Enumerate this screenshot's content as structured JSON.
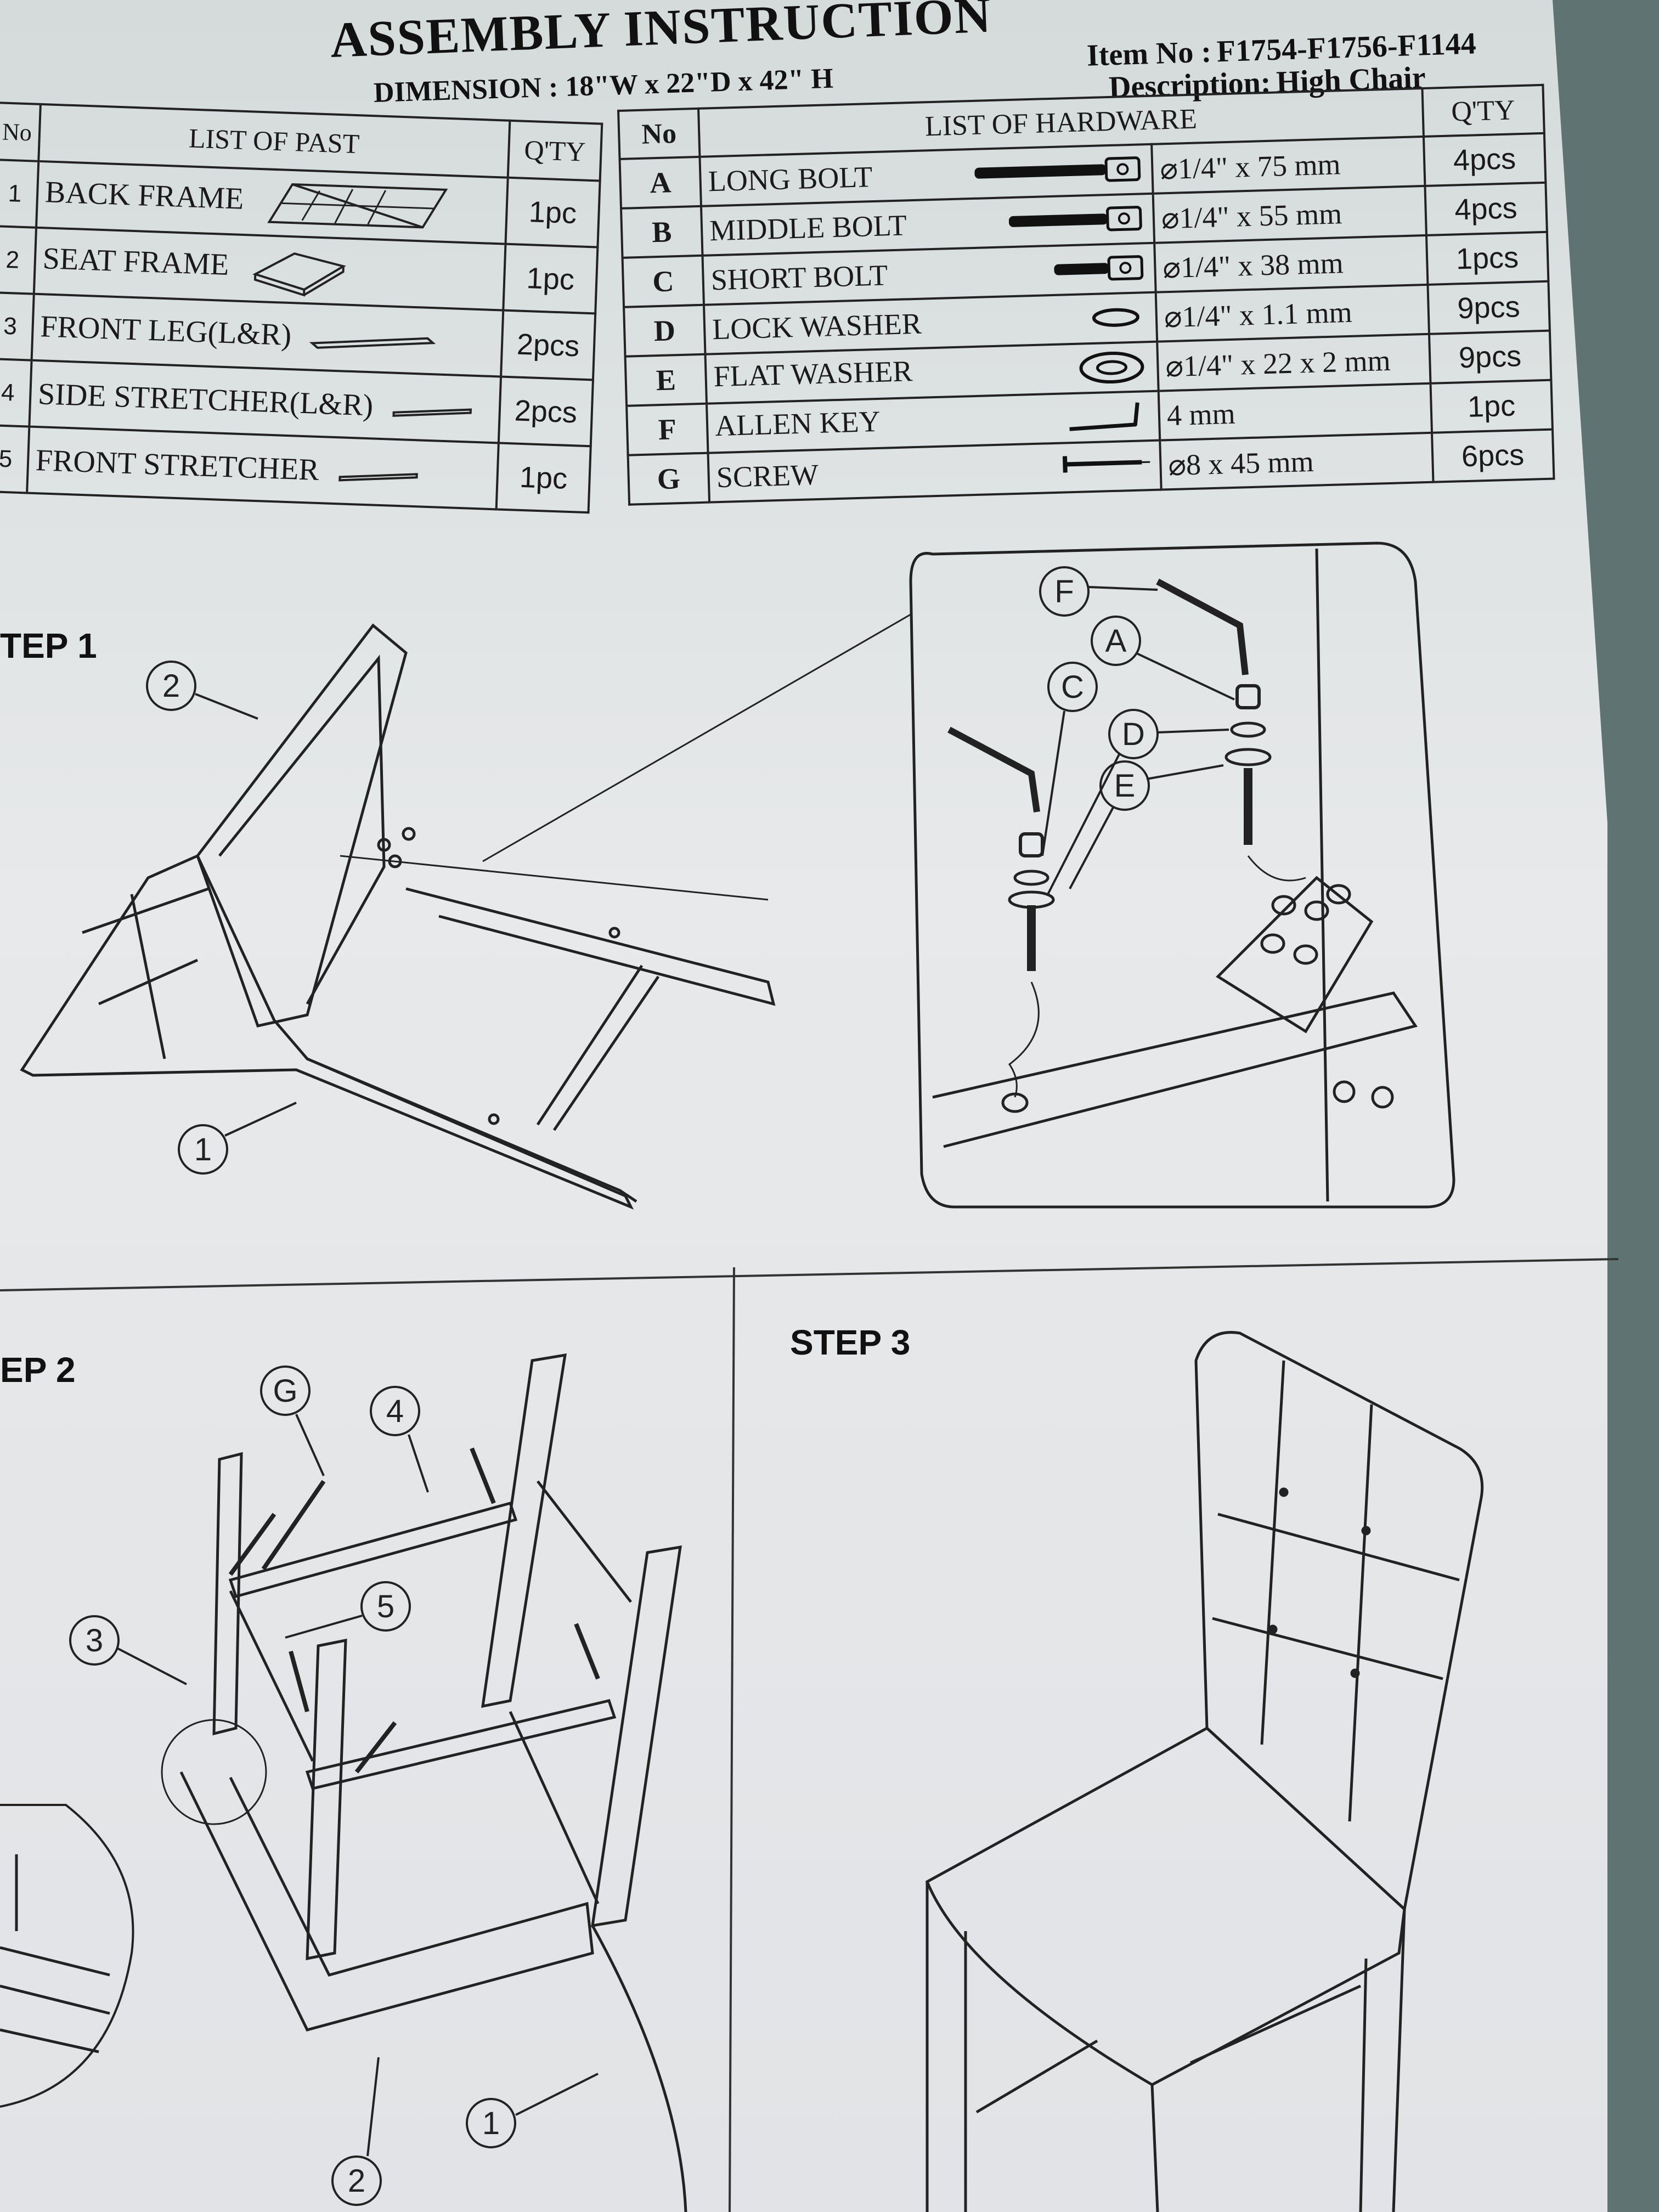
{
  "header": {
    "title": "ASSEMBLY INSTRUCTION",
    "dimension": "DIMENSION : 18\"W x 22\"D x 42\" H",
    "item_no_label": "Item No :",
    "item_no": "F1754-F1756-F1144",
    "description_label": "Description:",
    "description": "High Chair"
  },
  "parts_table": {
    "headers": {
      "no": "No",
      "list": "LIST OF PAST",
      "qty": "Q'TY"
    },
    "rows": [
      {
        "no": "1",
        "name": "BACK FRAME",
        "icon": "back-frame-icon",
        "qty": "1pc"
      },
      {
        "no": "2",
        "name": "SEAT FRAME",
        "icon": "seat-frame-icon",
        "qty": "1pc"
      },
      {
        "no": "3",
        "name": "FRONT LEG(L&R)",
        "icon": "leg-icon",
        "qty": "2pcs"
      },
      {
        "no": "4",
        "name": "SIDE STRETCHER(L&R)",
        "icon": "stretcher-icon",
        "qty": "2pcs"
      },
      {
        "no": "5",
        "name": "FRONT STRETCHER",
        "icon": "stretcher-icon",
        "qty": "1pc"
      }
    ]
  },
  "hardware_table": {
    "headers": {
      "no": "No",
      "list": "LIST OF HARDWARE",
      "qty": "Q'TY"
    },
    "rows": [
      {
        "code": "A",
        "name": "LONG BOLT",
        "icon": "long-bolt-icon",
        "spec": "⌀1/4\" x 75 mm",
        "qty": "4pcs"
      },
      {
        "code": "B",
        "name": "MIDDLE BOLT",
        "icon": "middle-bolt-icon",
        "spec": "⌀1/4\" x 55 mm",
        "qty": "4pcs"
      },
      {
        "code": "C",
        "name": "SHORT BOLT",
        "icon": "short-bolt-icon",
        "spec": "⌀1/4\" x 38 mm",
        "qty": "1pcs"
      },
      {
        "code": "D",
        "name": "LOCK WASHER",
        "icon": "lock-washer-icon",
        "spec": "⌀1/4\" x 1.1 mm",
        "qty": "9pcs"
      },
      {
        "code": "E",
        "name": "FLAT WASHER",
        "icon": "flat-washer-icon",
        "spec": "⌀1/4\" x 22 x 2 mm",
        "qty": "9pcs"
      },
      {
        "code": "F",
        "name": "ALLEN KEY",
        "icon": "allen-key-icon",
        "spec": "4 mm",
        "qty": "1pc"
      },
      {
        "code": "G",
        "name": "SCREW",
        "icon": "screw-icon",
        "spec": "⌀8 x 45 mm",
        "qty": "6pcs"
      }
    ]
  },
  "steps": {
    "step1": "TEP 1",
    "step2": "EP 2",
    "step3": "STEP 3"
  },
  "callouts": {
    "step1": [
      "2",
      "1"
    ],
    "step1_detail": [
      "F",
      "A",
      "C",
      "D",
      "E"
    ],
    "step2": [
      "G",
      "4",
      "3",
      "5",
      "1",
      "2"
    ]
  },
  "colors": {
    "paper": "#e4e6e8",
    "ink": "#1a1a1a",
    "background": "#5f7472"
  }
}
